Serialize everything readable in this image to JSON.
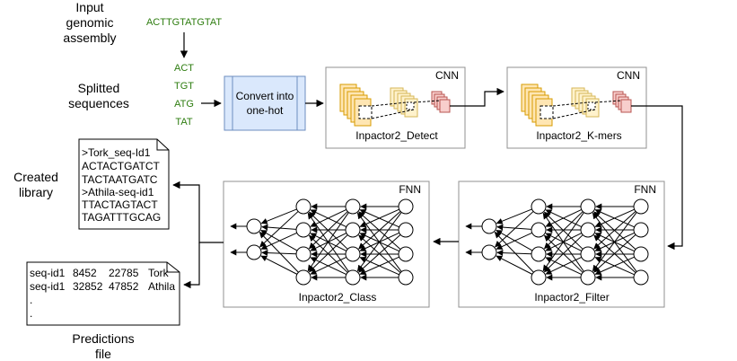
{
  "input": {
    "label_lines": [
      "Input",
      "genomic",
      "assembly"
    ],
    "sequence": "ACTTGTATGTAT"
  },
  "split": {
    "label_lines": [
      "Splitted",
      "sequences"
    ],
    "kmers": [
      "ACT",
      "TGT",
      "ATG",
      "TAT"
    ]
  },
  "convert": {
    "label_lines": [
      "Convert into",
      "one-hot"
    ]
  },
  "cnn_detect": {
    "tag": "CNN",
    "name": "Inpactor2_Detect"
  },
  "cnn_kmers": {
    "tag": "CNN",
    "name": "Inpactor2_K-mers"
  },
  "fnn_filter": {
    "tag": "FNN",
    "name": "Inpactor2_Filter"
  },
  "fnn_class": {
    "tag": "FNN",
    "name": "Inpactor2_Class"
  },
  "library": {
    "label_lines": [
      "Created",
      "library"
    ],
    "lines": [
      ">Tork_seq-Id1",
      "ACTACTGATCT",
      "TACTAATGATC",
      ">Athila-seq-id1",
      "TTACTAGTACT",
      "TAGATTTGCAG"
    ]
  },
  "predictions": {
    "label_lines": [
      "Predictions",
      "file"
    ],
    "rows": [
      [
        "seq-id1",
        "8452",
        "22785",
        "Tork"
      ],
      [
        "seq-id1",
        "32852",
        "47852",
        "Athila"
      ]
    ],
    "continuation": [
      ".",
      "."
    ]
  },
  "colors": {
    "sequence_text": "#2e7d10",
    "onehot_fill": "#dae8fc",
    "onehot_stroke": "#6c8ebf",
    "layer_orange_fill": "#ffe6b3",
    "layer_orange_stroke": "#d79b00",
    "layer_yellow_fill": "#fff2cc",
    "layer_yellow_stroke": "#d6b656",
    "layer_red_fill": "#f8cecc",
    "layer_red_stroke": "#b85450"
  }
}
